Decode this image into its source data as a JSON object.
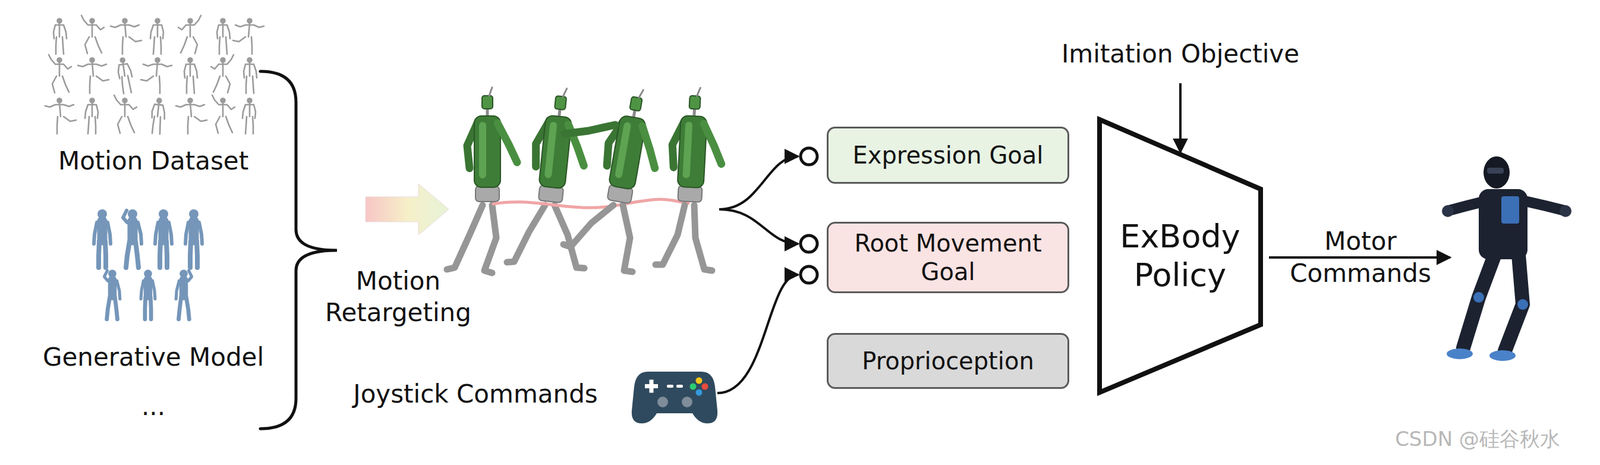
{
  "diagram": {
    "nodes": [
      {
        "text": [
          "Expression Goal"
        ]
      },
      {
        "text": [
          "Root Movement Goal"
        ]
      },
      {
        "text": [
          "Proprioception"
        ]
      },
      {
        "text": [
          "ExBody Policy"
        ]
      }
    ],
    "labels": [
      "Motion Dataset",
      "Generative Model",
      "...",
      "Motion Retargeting",
      "Joystick Commands",
      "Imitation Objective",
      "Motor Commands",
      "CSDN @硅谷秋水"
    ]
  }
}
